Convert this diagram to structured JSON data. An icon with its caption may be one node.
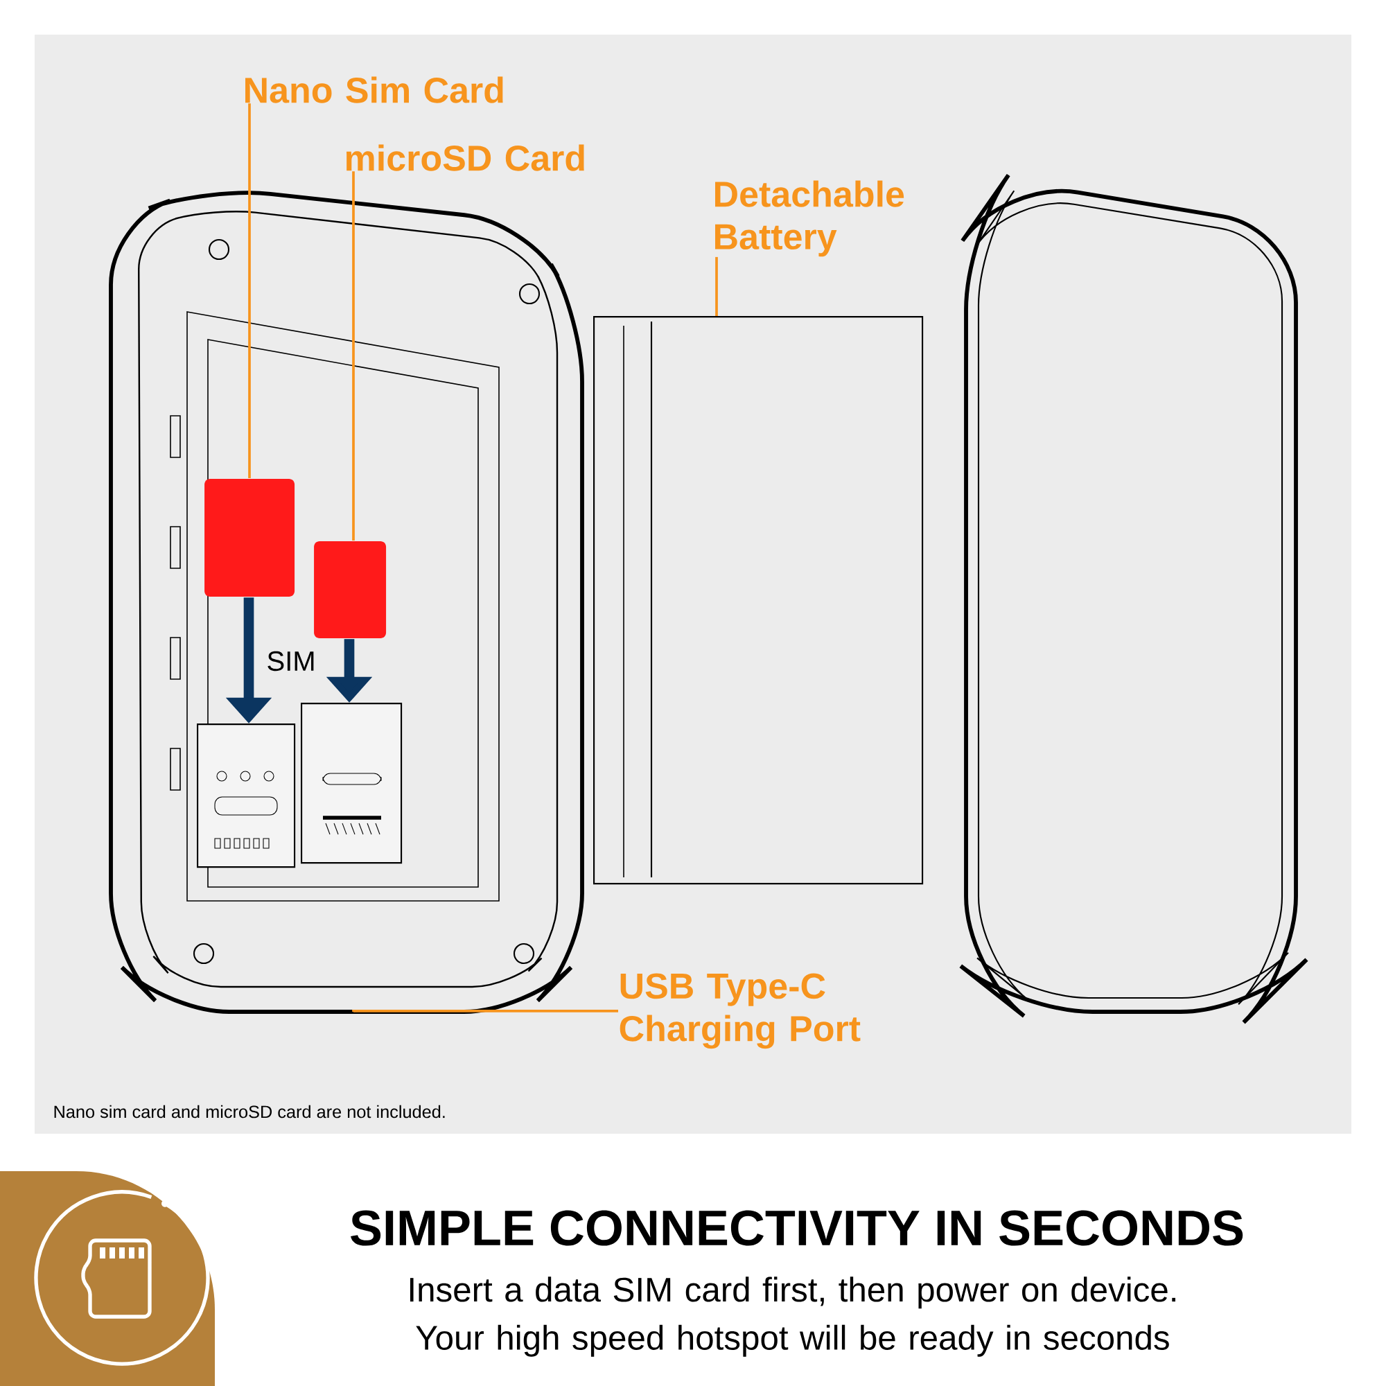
{
  "diagram": {
    "title": "SIMPLE CONNECTIVITY IN SECONDS",
    "caption": "Insert a data SIM card first, then power on device. Your high speed hotspot will be ready in seconds",
    "nodes": [
      {
        "text": [
          "Nano Sim Card"
        ]
      },
      {
        "text": [
          "microSD Card"
        ]
      },
      {
        "text": [
          "Detachable Battery"
        ]
      },
      {
        "text": [
          "USB Type-C Charging Port"
        ]
      },
      {
        "text": [],
        "shape": "box"
      },
      {
        "text": [],
        "shape": "box"
      },
      {
        "text": [],
        "shape": "box"
      },
      {
        "text": [],
        "shape": "box"
      },
      {
        "text": [],
        "shape": "box"
      }
    ],
    "edges": [
      {
        "from": 0,
        "to": 4,
        "arrow": "none"
      },
      {
        "from": 1,
        "to": 5,
        "arrow": "none"
      },
      {
        "from": 2,
        "to": 6,
        "arrow": "none"
      },
      {
        "from": 3,
        "to": null,
        "arrow": "none"
      },
      {
        "from": 4,
        "to": 7,
        "arrow": "to",
        "style": "thick",
        "color": "#0b3560"
      },
      {
        "from": 5,
        "to": 8,
        "arrow": "to",
        "style": "thick",
        "color": "#0b3560"
      }
    ],
    "labels": [
      "SIM",
      "Nano sim card and microSD card are not included."
    ]
  }
}
